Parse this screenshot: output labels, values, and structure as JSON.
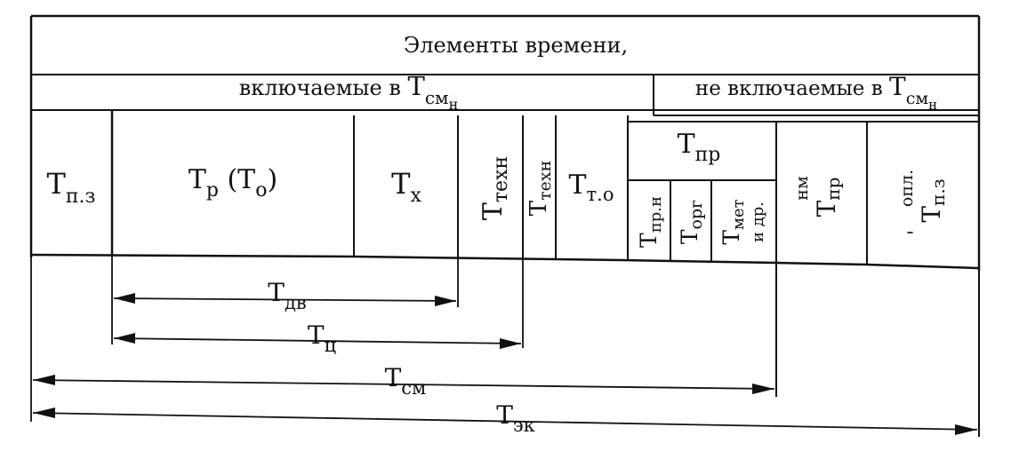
{
  "header": {
    "title": "Элементы времени,",
    "included": {
      "prefix": "включаемые в ",
      "sym": "Т",
      "sub": "см",
      "subsub": "н"
    },
    "excluded": {
      "prefix": "не включаемые в ",
      "sym": "Т",
      "sub": "см",
      "subsub": "н"
    }
  },
  "cells": {
    "tpz": {
      "sym": "Т",
      "sub": "п.з"
    },
    "tr": {
      "sym": "Т",
      "sub": "р",
      "paren_open": " (Т",
      "paren_sub": "о",
      "paren_close": ")"
    },
    "tx": {
      "sym": "Т",
      "sub": "х"
    },
    "ttexn1": {
      "sym": "Т",
      "sub": "техн"
    },
    "ttexn2": {
      "sym": "Т",
      "sub": "техн"
    },
    "tto": {
      "sym": "Т",
      "sub": "т.о"
    },
    "tpr": {
      "sym": "Т",
      "sub": "пр"
    },
    "tprn": {
      "sym": "Т",
      "sub": "пр.н"
    },
    "torg": {
      "sym": "Т",
      "sub": "орг"
    },
    "tmet": {
      "sym": "Т",
      "sub": "мет",
      "line2": "и др."
    },
    "tprnm": {
      "sym": "Т",
      "sub": "пр",
      "sup": "нм"
    },
    "tpzopl": {
      "sym": "Т",
      "sub": "п.з",
      "sup": "опл.",
      "mark": "'"
    }
  },
  "spans": {
    "tdv": {
      "sym": "Т",
      "sub": "дв"
    },
    "tc": {
      "sym": "Т",
      "sub": "ц"
    },
    "tsm": {
      "sym": "Т",
      "sub": "см"
    },
    "tek": {
      "sym": "Т",
      "sub": "эк"
    }
  }
}
